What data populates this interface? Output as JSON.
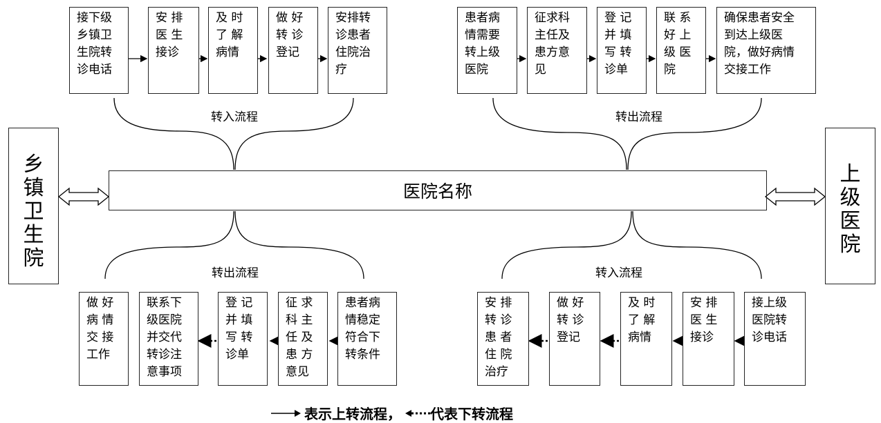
{
  "center": {
    "title": "医院名称"
  },
  "left_party": {
    "chars": [
      "乡",
      "镇",
      "卫",
      "生",
      "院"
    ]
  },
  "right_party": {
    "chars": [
      "上",
      "级",
      "医",
      "院"
    ]
  },
  "labels": {
    "top_left": "转入流程",
    "top_right": "转出流程",
    "bottom_left": "转出流程",
    "bottom_right": "转入流程"
  },
  "top_left_steps": [
    {
      "lines": [
        "接下级",
        "乡镇卫",
        "生院转",
        "诊电话"
      ]
    },
    {
      "lines": [
        "安 排",
        "医 生",
        "接诊"
      ]
    },
    {
      "lines": [
        "及 时",
        "了 解",
        "病情"
      ]
    },
    {
      "lines": [
        "做 好",
        "转 诊",
        "登记"
      ]
    },
    {
      "lines": [
        "安排转",
        "诊患者",
        "住院治",
        "疗"
      ]
    }
  ],
  "top_right_steps": [
    {
      "lines": [
        "患者病",
        "情需要",
        "转上级",
        "医院"
      ]
    },
    {
      "lines": [
        "征求科",
        "主任及",
        "患方意",
        "见"
      ]
    },
    {
      "lines": [
        "登 记",
        "并 填",
        "写 转",
        "诊单"
      ]
    },
    {
      "lines": [
        "联 系",
        "好 上",
        "级 医",
        "院"
      ]
    },
    {
      "lines": [
        "确保患者安全",
        "到达上级医",
        "院，做好病情",
        "交接工作"
      ]
    }
  ],
  "bottom_left_steps": [
    {
      "lines": [
        "做 好",
        "病 情",
        "交 接",
        "工作"
      ]
    },
    {
      "lines": [
        "联系下",
        "级医院",
        "并交代",
        "转诊注",
        "意事项"
      ]
    },
    {
      "lines": [
        "登 记",
        "并 填",
        "写 转",
        "诊单"
      ]
    },
    {
      "lines": [
        "征 求",
        "科 主",
        "任 及",
        "患 方",
        "意见"
      ]
    },
    {
      "lines": [
        "患者病",
        "情稳定",
        "符合下",
        "转条件"
      ]
    }
  ],
  "bottom_right_steps": [
    {
      "lines": [
        "安 排",
        "转 诊",
        "患 者",
        "住 院",
        "治疗"
      ]
    },
    {
      "lines": [
        "做 好",
        "转 诊",
        "登记"
      ]
    },
    {
      "lines": [
        "及 时",
        "了 解",
        "病情"
      ]
    },
    {
      "lines": [
        "安 排",
        "医 生",
        "接诊"
      ]
    },
    {
      "lines": [
        "接上级",
        "医院转",
        "诊电话"
      ]
    }
  ],
  "legend": {
    "up_text": "表示上转流程，",
    "down_text": "代表下转流程"
  }
}
